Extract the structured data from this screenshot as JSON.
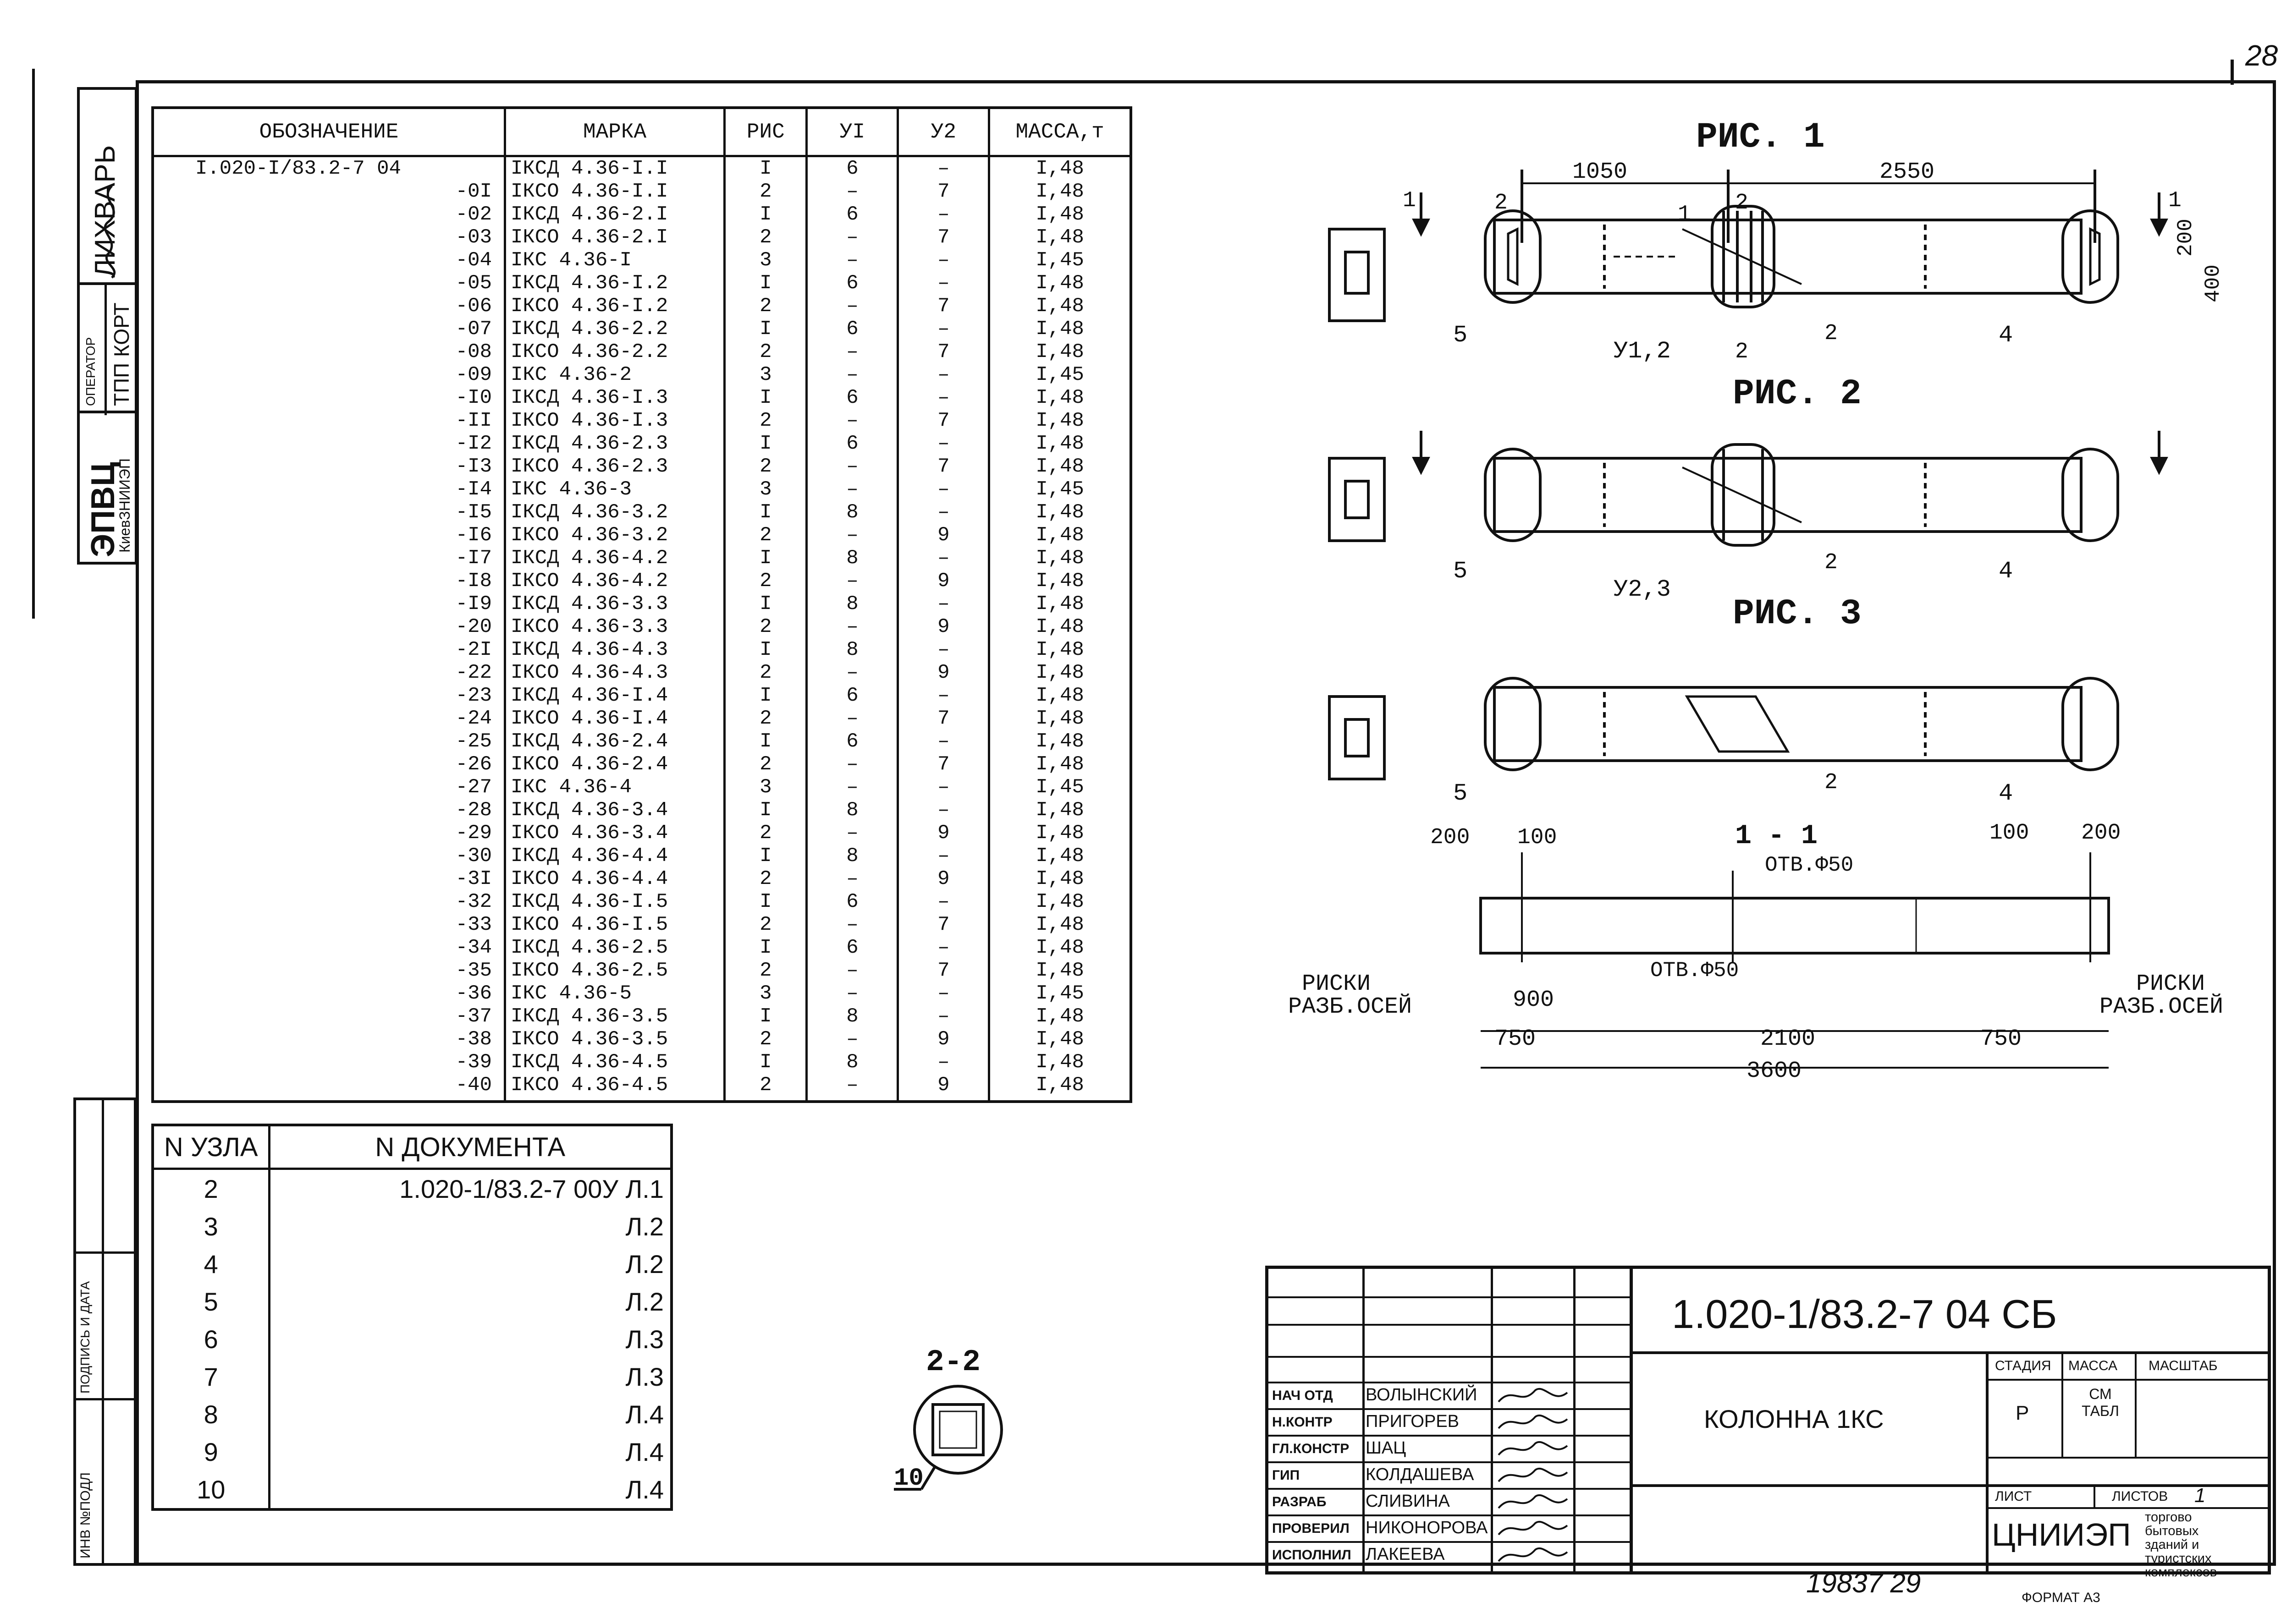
{
  "page_number": "28",
  "stamp": {
    "org": "ЭПВЦ",
    "org_sub": "КиевЗНИИЭП",
    "operator_label": "ОПЕРАТОР",
    "operator_value": "ТПП КОРТ",
    "name": "ЛИХВАРЬ"
  },
  "side_stamp": {
    "inv_label": "ИНВ №ПОДЛ",
    "sign_label": "ПОДПИСЬ И ДАТА"
  },
  "spec_table": {
    "headers": [
      "ОБОЗНАЧЕНИЕ",
      "МАРКА",
      "РИС",
      "УI",
      "У2",
      "МАССА,т"
    ],
    "rows": [
      [
        "I.020-I/83.2-7 04",
        "IКСД 4.36-I.I",
        "I",
        "6",
        "–",
        "I,48"
      ],
      [
        "-0I",
        "IКСО 4.36-I.I",
        "2",
        "–",
        "7",
        "I,48"
      ],
      [
        "-02",
        "IКСД 4.36-2.I",
        "I",
        "6",
        "–",
        "I,48"
      ],
      [
        "-03",
        "IКСО 4.36-2.I",
        "2",
        "–",
        "7",
        "I,48"
      ],
      [
        "-04",
        "IКС 4.36-I",
        "3",
        "–",
        "–",
        "I,45"
      ],
      [
        "-05",
        "IКСД 4.36-I.2",
        "I",
        "6",
        "–",
        "I,48"
      ],
      [
        "-06",
        "IКСО 4.36-I.2",
        "2",
        "–",
        "7",
        "I,48"
      ],
      [
        "-07",
        "IКСД 4.36-2.2",
        "I",
        "6",
        "–",
        "I,48"
      ],
      [
        "-08",
        "IКСО 4.36-2.2",
        "2",
        "–",
        "7",
        "I,48"
      ],
      [
        "-09",
        "IКС 4.36-2",
        "3",
        "–",
        "–",
        "I,45"
      ],
      [
        "-I0",
        "IКСД 4.36-I.3",
        "I",
        "6",
        "–",
        "I,48"
      ],
      [
        "-II",
        "IКСО 4.36-I.3",
        "2",
        "–",
        "7",
        "I,48"
      ],
      [
        "-I2",
        "IКСД 4.36-2.3",
        "I",
        "6",
        "–",
        "I,48"
      ],
      [
        "-I3",
        "IКСО 4.36-2.3",
        "2",
        "–",
        "7",
        "I,48"
      ],
      [
        "-I4",
        "IКС 4.36-3",
        "3",
        "–",
        "–",
        "I,45"
      ],
      [
        "-I5",
        "IКСД 4.36-3.2",
        "I",
        "8",
        "–",
        "I,48"
      ],
      [
        "-I6",
        "IКСО 4.36-3.2",
        "2",
        "–",
        "9",
        "I,48"
      ],
      [
        "-I7",
        "IКСД 4.36-4.2",
        "I",
        "8",
        "–",
        "I,48"
      ],
      [
        "-I8",
        "IКСО 4.36-4.2",
        "2",
        "–",
        "9",
        "I,48"
      ],
      [
        "-I9",
        "IКСД 4.36-3.3",
        "I",
        "8",
        "–",
        "I,48"
      ],
      [
        "-20",
        "IКСО 4.36-3.3",
        "2",
        "–",
        "9",
        "I,48"
      ],
      [
        "-2I",
        "IКСД 4.36-4.3",
        "I",
        "8",
        "–",
        "I,48"
      ],
      [
        "-22",
        "IКСО 4.36-4.3",
        "2",
        "–",
        "9",
        "I,48"
      ],
      [
        "-23",
        "IКСД 4.36-I.4",
        "I",
        "6",
        "–",
        "I,48"
      ],
      [
        "-24",
        "IКСО 4.36-I.4",
        "2",
        "–",
        "7",
        "I,48"
      ],
      [
        "-25",
        "IКСД 4.36-2.4",
        "I",
        "6",
        "–",
        "I,48"
      ],
      [
        "-26",
        "IКСО 4.36-2.4",
        "2",
        "–",
        "7",
        "I,48"
      ],
      [
        "-27",
        "IКС 4.36-4",
        "3",
        "–",
        "–",
        "I,45"
      ],
      [
        "-28",
        "IКСД 4.36-3.4",
        "I",
        "8",
        "–",
        "I,48"
      ],
      [
        "-29",
        "IКСО 4.36-3.4",
        "2",
        "–",
        "9",
        "I,48"
      ],
      [
        "-30",
        "IКСД 4.36-4.4",
        "I",
        "8",
        "–",
        "I,48"
      ],
      [
        "-3I",
        "IКСО 4.36-4.4",
        "2",
        "–",
        "9",
        "I,48"
      ],
      [
        "-32",
        "IКСД 4.36-I.5",
        "I",
        "6",
        "–",
        "I,48"
      ],
      [
        "-33",
        "IКСО 4.36-I.5",
        "2",
        "–",
        "7",
        "I,48"
      ],
      [
        "-34",
        "IКСД 4.36-2.5",
        "I",
        "6",
        "–",
        "I,48"
      ],
      [
        "-35",
        "IКСО 4.36-2.5",
        "2",
        "–",
        "7",
        "I,48"
      ],
      [
        "-36",
        "IКС 4.36-5",
        "3",
        "–",
        "–",
        "I,45"
      ],
      [
        "-37",
        "IКСД 4.36-3.5",
        "I",
        "8",
        "–",
        "I,48"
      ],
      [
        "-38",
        "IКСО 4.36-3.5",
        "2",
        "–",
        "9",
        "I,48"
      ],
      [
        "-39",
        "IКСД 4.36-4.5",
        "I",
        "8",
        "–",
        "I,48"
      ],
      [
        "-40",
        "IКСО 4.36-4.5",
        "2",
        "–",
        "9",
        "I,48"
      ]
    ]
  },
  "nodes_table": {
    "headers": [
      "N УЗЛА",
      "N ДОКУМЕНТА"
    ],
    "rows": [
      [
        "2",
        "1.020-1/83.2-7 00У Л.1"
      ],
      [
        "3",
        "Л.2"
      ],
      [
        "4",
        "Л.2"
      ],
      [
        "5",
        "Л.2"
      ],
      [
        "6",
        "Л.3"
      ],
      [
        "7",
        "Л.3"
      ],
      [
        "8",
        "Л.4"
      ],
      [
        "9",
        "Л.4"
      ],
      [
        "10",
        "Л.4"
      ]
    ]
  },
  "figures": {
    "fig1": "РИС. 1",
    "fig2": "РИС. 2",
    "fig3": "РИС. 3",
    "section11": "1 - 1",
    "section22": "2-2",
    "dim_1050": "1050",
    "dim_2550": "2550",
    "dim_200": "200",
    "dim_400": "400",
    "dim_100": "100",
    "dim_900": "900",
    "dim_750": "750",
    "dim_2100": "2100",
    "dim_3600": "3600",
    "label_1": "1",
    "label_2": "2",
    "label_4": "4",
    "label_5": "5",
    "label_10": "10",
    "label_u12": "У1,2",
    "label_u23": "У2,3",
    "hole": "ОТВ.Ф50",
    "riski": "РИСКИ",
    "raz_osei": "РАЗБ.ОСЕЙ"
  },
  "title_block": {
    "code": "1.020-1/83.2-7 04 СБ",
    "name": "КОЛОННА 1КС",
    "stage_label": "СТАДИЯ",
    "mass_label": "МАССА",
    "scale_label": "МАСШТАБ",
    "stage_value": "Р",
    "mass_value": "СМ ТАБЛ",
    "sheet_label": "ЛИСТ",
    "sheets_label": "ЛИСТОВ",
    "sheets_value": "1",
    "org": "ЦНИИЭП",
    "org_desc": "торгово бытовых зданий и туристских комплексов",
    "people": [
      [
        "НАЧ ОТД",
        "ВОЛЫНСКИЙ"
      ],
      [
        "Н.КОНТР",
        "ПРИГОРЕВ"
      ],
      [
        "ГЛ.КОНСТР",
        "ШАЦ"
      ],
      [
        "ГИП",
        "КОЛДАШЕВА"
      ],
      [
        "РАЗРАБ",
        "СЛИВИНА"
      ],
      [
        "ПРОВЕРИЛ",
        "НИКОНОРОВА"
      ],
      [
        "ИСПОЛНИЛ",
        "ЛАКЕЕВА"
      ]
    ]
  },
  "footer": {
    "number": "19837 29",
    "format": "ФОРМАТ А3"
  }
}
